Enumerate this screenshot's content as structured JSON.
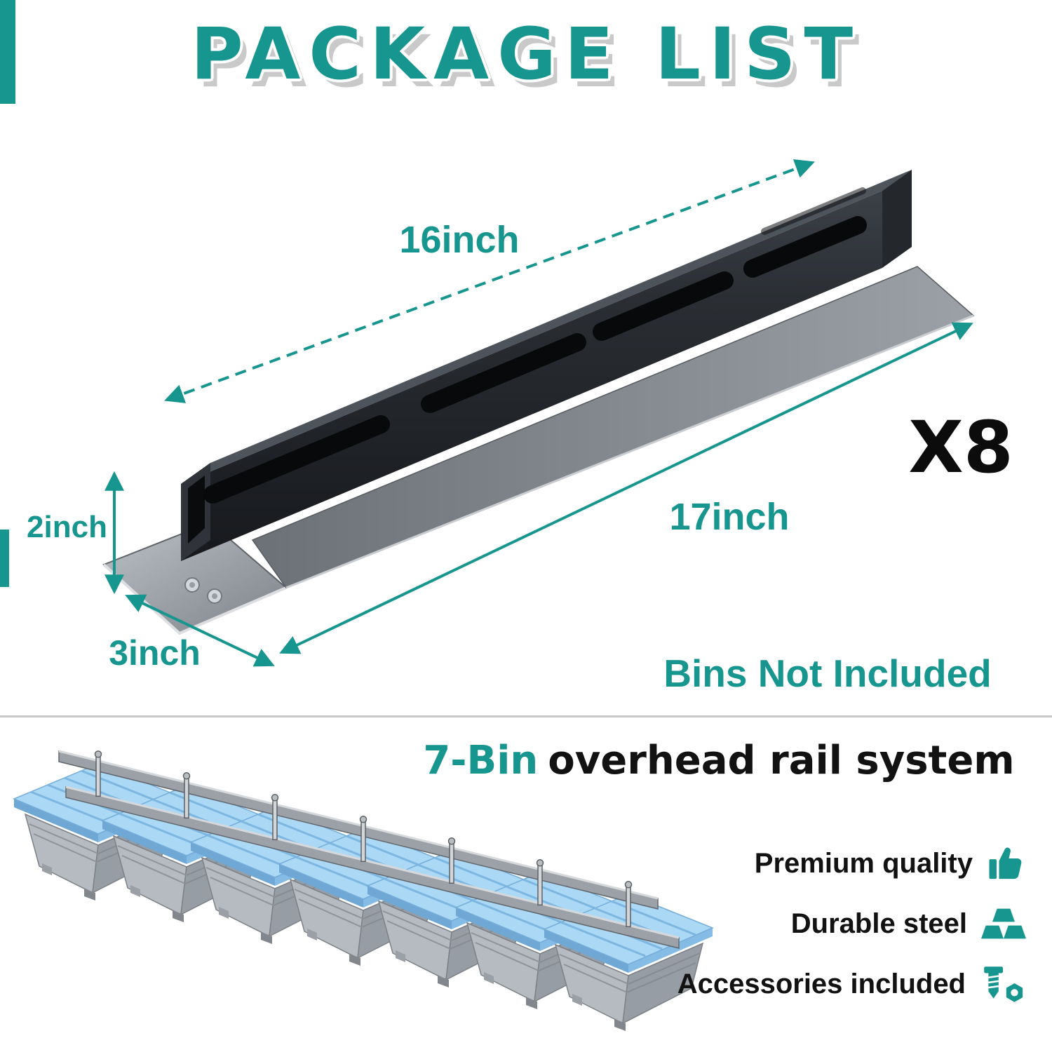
{
  "header": {
    "title": "PACKAGE LIST"
  },
  "diagram": {
    "dim_top_length": "16inch",
    "dim_total_length": "17inch",
    "dim_height": "2inch",
    "dim_depth": "3inch",
    "quantity": "X8",
    "note": "Bins Not Included"
  },
  "bottom": {
    "title_highlight": "7-Bin",
    "title_rest": "overhead rail system",
    "bin_count": 7,
    "features": [
      {
        "label": "Premium quality",
        "icon": "thumbs-up-icon"
      },
      {
        "label": "Durable steel",
        "icon": "steel-ingots-icon"
      },
      {
        "label": "Accessories included",
        "icon": "screw-nut-icon"
      }
    ]
  },
  "colors": {
    "teal": "#17968F",
    "ink": "#111111",
    "shadow_gray": "#c9c9c9"
  }
}
